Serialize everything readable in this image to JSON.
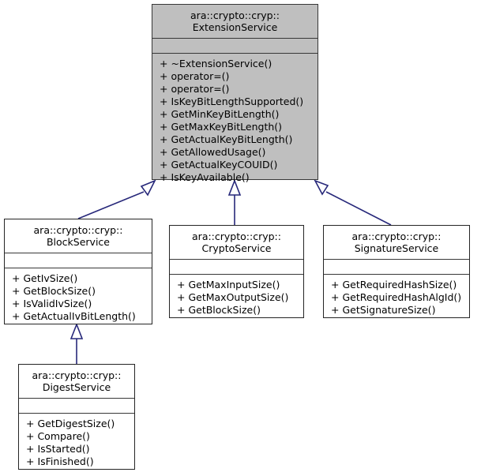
{
  "diagram": {
    "kind": "uml-class-diagram",
    "title": "ara::crypto::cryp::ExtensionService inheritance diagram",
    "colors": {
      "background": "#ffffff",
      "base_class_fill": "#bfbfbf",
      "derived_class_fill": "#ffffff",
      "border": "#252525",
      "base_border": "#383838",
      "edge": "#27287a",
      "text": "#000000"
    },
    "relationship": "generalization",
    "classes": [
      {
        "id": "extension-service",
        "namespace": "ara::crypto::cryp::",
        "name": "ExtensionService",
        "shaded": true,
        "attributes": [],
        "operations": [
          "+ ~ExtensionService()",
          "+ operator=()",
          "+ operator=()",
          "+ IsKeyBitLengthSupported()",
          "+ GetMinKeyBitLength()",
          "+ GetMaxKeyBitLength()",
          "+ GetActualKeyBitLength()",
          "+ GetAllowedUsage()",
          "+ GetActualKeyCOUID()",
          "+ IsKeyAvailable()"
        ]
      },
      {
        "id": "block-service",
        "namespace": "ara::crypto::cryp::",
        "name": "BlockService",
        "shaded": false,
        "attributes": [],
        "operations": [
          "+ GetIvSize()",
          "+ GetBlockSize()",
          "+ IsValidIvSize()",
          "+ GetActualIvBitLength()"
        ]
      },
      {
        "id": "crypto-service",
        "namespace": "ara::crypto::cryp::",
        "name": "CryptoService",
        "shaded": false,
        "attributes": [],
        "operations": [
          "+ GetMaxInputSize()",
          "+ GetMaxOutputSize()",
          "+ GetBlockSize()"
        ]
      },
      {
        "id": "signature-service",
        "namespace": "ara::crypto::cryp::",
        "name": "SignatureService",
        "shaded": false,
        "attributes": [],
        "operations": [
          "+ GetRequiredHashSize()",
          "+ GetRequiredHashAlgId()",
          "+ GetSignatureSize()"
        ]
      },
      {
        "id": "digest-service",
        "namespace": "ara::crypto::cryp::",
        "name": "DigestService",
        "shaded": false,
        "attributes": [],
        "operations": [
          "+ GetDigestSize()",
          "+ Compare()",
          "+ IsStarted()",
          "+ IsFinished()"
        ]
      }
    ],
    "edges": [
      {
        "from": "block-service",
        "to": "extension-service",
        "type": "inheritance"
      },
      {
        "from": "crypto-service",
        "to": "extension-service",
        "type": "inheritance"
      },
      {
        "from": "signature-service",
        "to": "extension-service",
        "type": "inheritance"
      },
      {
        "from": "digest-service",
        "to": "block-service",
        "type": "inheritance"
      }
    ]
  }
}
